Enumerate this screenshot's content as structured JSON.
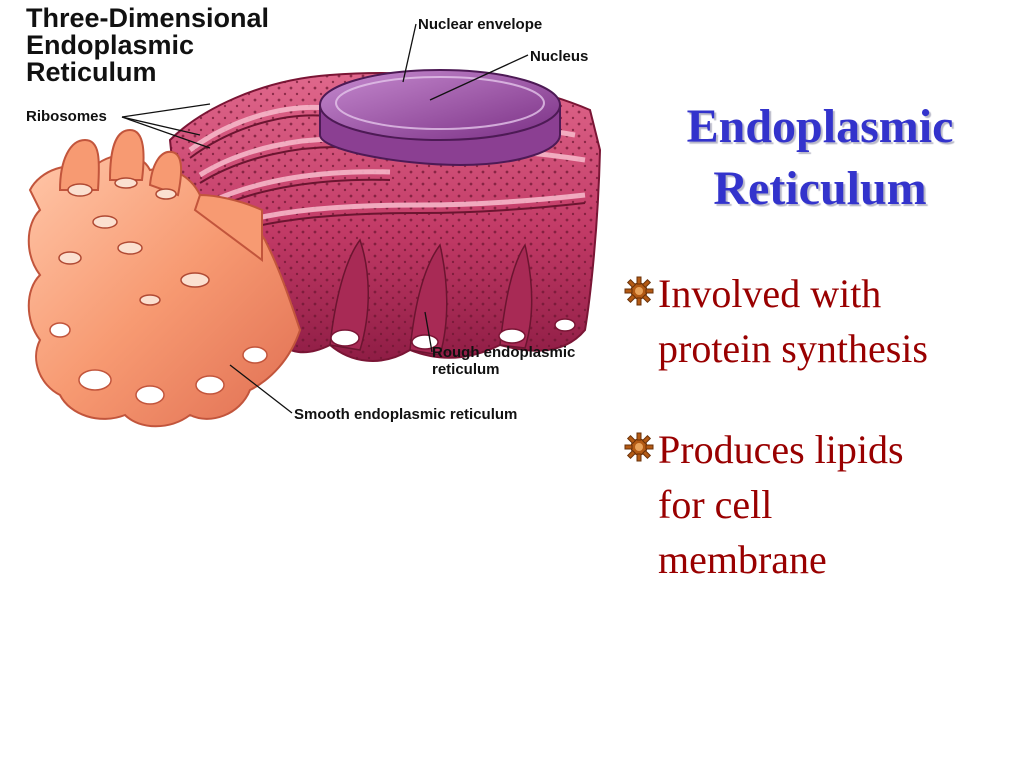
{
  "figure": {
    "title_lines": [
      "Three-Dimensional",
      "Endoplasmic",
      "Reticulum"
    ],
    "labels": {
      "nuclear_envelope": "Nuclear envelope",
      "nucleus": "Nucleus",
      "ribosomes": "Ribosomes",
      "rough_er_line1": "Rough endoplasmic",
      "rough_er_line2": "reticulum",
      "smooth_er": "Smooth endoplasmic reticulum"
    }
  },
  "slide": {
    "title_lines": [
      "Endoplasmic",
      "Reticulum"
    ],
    "bullets": [
      {
        "icon": "gear-bullet-icon",
        "lines": [
          "Involved with",
          "protein synthesis"
        ]
      },
      {
        "icon": "gear-bullet-icon",
        "lines": [
          "Produces lipids",
          "for cell",
          "membrane"
        ]
      }
    ]
  },
  "colors": {
    "title": "#3333cc",
    "bullet_text": "#990000",
    "rough_er": "#c23a66",
    "smooth_er": "#f79a72",
    "nucleus": "#8b3f92"
  }
}
